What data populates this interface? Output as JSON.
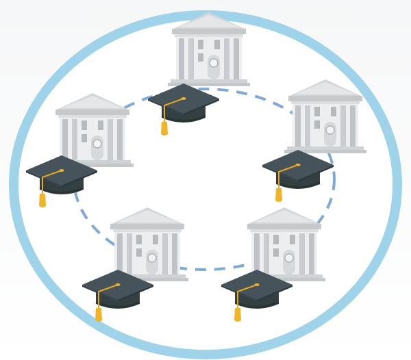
{
  "illustration": {
    "ring_color": "#9fd3ea",
    "dash_color": "#7fa9d8",
    "building_color": "#c9ccd0",
    "cap_color": "#3f4c4d",
    "tassel_color": "#f0b429",
    "icons": [
      "university-building-icon",
      "graduation-cap-icon",
      "dashed-connection-circle"
    ]
  },
  "nodes": [
    {
      "name": "node-top"
    },
    {
      "name": "node-right"
    },
    {
      "name": "node-bottom-right"
    },
    {
      "name": "node-bottom-left"
    },
    {
      "name": "node-left"
    }
  ]
}
